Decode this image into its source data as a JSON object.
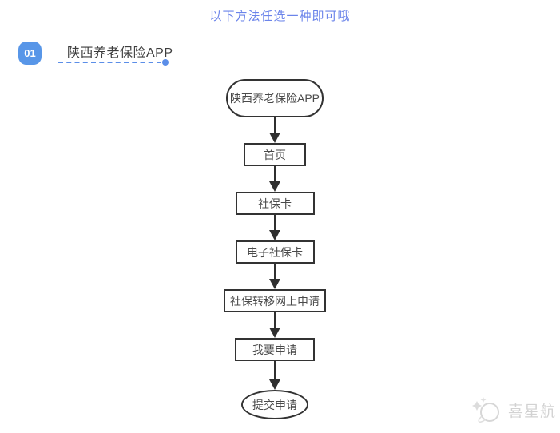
{
  "header": {
    "note": "以下方法任选一种即可哦"
  },
  "section": {
    "number": "01",
    "title": "陕西养老保险APP"
  },
  "flowchart": {
    "nodes": [
      {
        "label": "陕西养老保险APP",
        "shape": "stadium"
      },
      {
        "label": "首页",
        "shape": "rect"
      },
      {
        "label": "社保卡",
        "shape": "rect"
      },
      {
        "label": "电子社保卡",
        "shape": "rect"
      },
      {
        "label": "社保转移网上申请",
        "shape": "rect"
      },
      {
        "label": "我要申请",
        "shape": "rect"
      },
      {
        "label": "提交申请",
        "shape": "ellipse"
      }
    ]
  },
  "footer": {
    "watermark": "喜星航"
  },
  "colors": {
    "note_blue": "#6b84ea",
    "badge_blue": "#5896e8",
    "accent_blue": "#5b8ee8",
    "border_dark": "#333333",
    "watermark_gray": "#d2d2d2"
  }
}
